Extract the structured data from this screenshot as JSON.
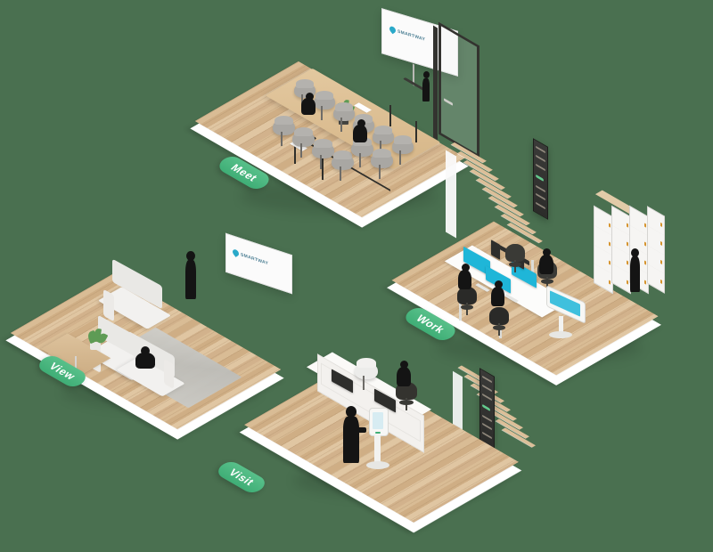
{
  "scene": {
    "title": "Smart Office Isometric Floorplan",
    "background_color": "#4a7050",
    "accent_color": "#3fae76",
    "wood_color": "#d9bc95",
    "screen_accent_color": "#1fb6d8"
  },
  "zones": [
    {
      "id": "meet",
      "label": "Meet",
      "description": "Conference room with long meeting table, upholstered chairs, wall display and glass entry door"
    },
    {
      "id": "view",
      "label": "View",
      "description": "Lounge area with white armchairs, sofa, area rug, side table with plant and wall display"
    },
    {
      "id": "work",
      "label": "Work",
      "description": "Open-plan workstation bench with monitors, task chairs, locker bank and desk booking panel"
    },
    {
      "id": "visit",
      "label": "Visit",
      "description": "Reception area with front desk, receptionist and visitor self check-in kiosk"
    }
  ],
  "screens": [
    {
      "id": "meeting-room-display",
      "logo_text": "SMARTWAY"
    },
    {
      "id": "lounge-display",
      "logo_text": "SMARTWAY"
    }
  ],
  "signage": [
    {
      "id": "upper-stair-signage",
      "lines": 6,
      "arrow_color": "#63c98d"
    },
    {
      "id": "lower-stair-signage",
      "lines": 6,
      "arrow_color": "#63c98d"
    }
  ],
  "objects": {
    "meeting_table_seats": 12,
    "workstation_desks": 4,
    "locker_columns": 6,
    "locker_rows": 4,
    "people_count": 8,
    "staircases": 2
  }
}
